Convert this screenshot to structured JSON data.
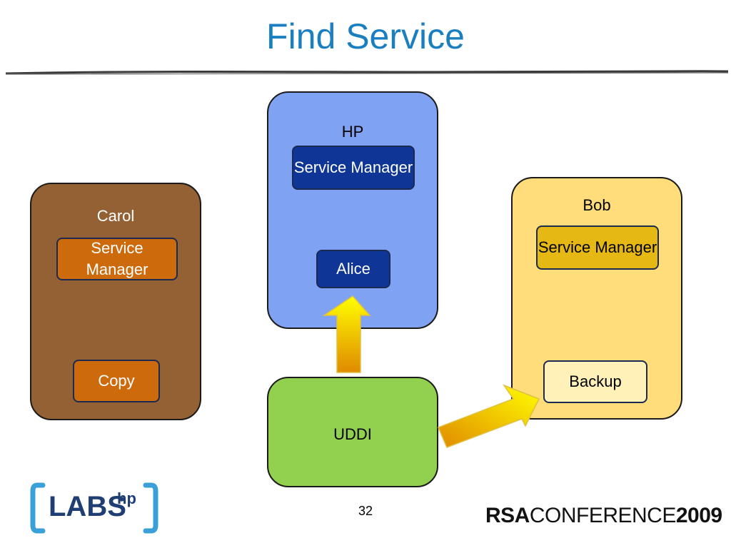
{
  "slide": {
    "title": "Find Service",
    "page_number": "32"
  },
  "nodes": {
    "carol": {
      "label": "Carol",
      "service_manager": "Service Manager",
      "copy": "Copy"
    },
    "hp": {
      "label": "HP",
      "service_manager": "Service Manager",
      "alice": "Alice"
    },
    "bob": {
      "label": "Bob",
      "service_manager": "Service Manager",
      "backup": "Backup"
    },
    "uddi": {
      "label": "UDDI"
    }
  },
  "colors": {
    "title": "#1a7fc1",
    "carol_fill": "#946134",
    "carol_inner": "#cd6a0c",
    "hp_fill": "#80a2f3",
    "hp_inner": "#0f3596",
    "bob_fill": "#fedd7a",
    "bob_sm": "#e6b814",
    "bob_backup": "#fff1b7",
    "uddi_fill": "#92d050",
    "arrow_top": "#ffff00",
    "arrow_bottom": "#e08a00"
  },
  "edges": [
    {
      "from": "uddi",
      "to": "alice"
    },
    {
      "from": "uddi",
      "to": "backup"
    }
  ],
  "logos": {
    "labs": {
      "main": "LABS",
      "sup": "hp"
    },
    "rsa": {
      "brand": "RSA",
      "mid": "CONFERENCE",
      "year": "2009"
    }
  }
}
